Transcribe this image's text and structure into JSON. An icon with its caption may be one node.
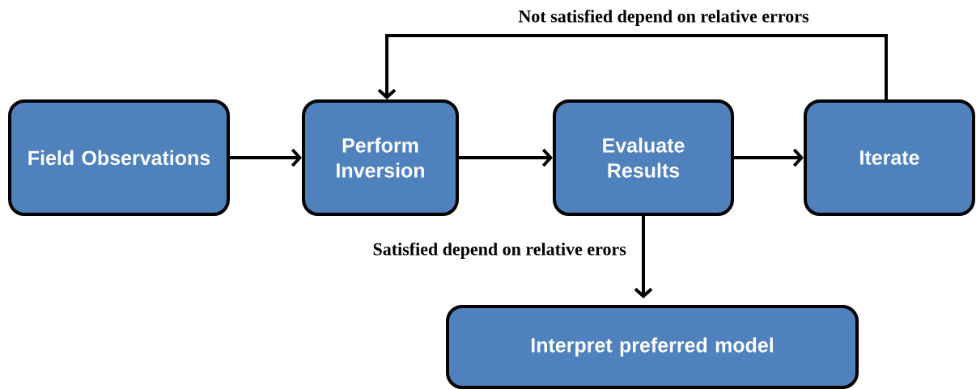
{
  "diagram": {
    "nodes": [
      {
        "text": [
          "Field Observations"
        ]
      },
      {
        "text": [
          "Perform Inversion"
        ]
      },
      {
        "text": [
          "Evaluate Results"
        ]
      },
      {
        "text": [
          "Iterate"
        ]
      },
      {
        "text": [
          "Interpret preferred model"
        ]
      }
    ],
    "edges": [
      {
        "from": 0,
        "to": 1,
        "arrow": "to"
      },
      {
        "from": 1,
        "to": 2,
        "arrow": "to"
      },
      {
        "from": 2,
        "to": 3,
        "arrow": "to"
      },
      {
        "from": 3,
        "to": 1,
        "arrow": "to",
        "label": "Not satisfied depend on relative errors"
      },
      {
        "from": 2,
        "to": 4,
        "arrow": "to",
        "label": "Satisfied depend on relative erors"
      }
    ]
  }
}
